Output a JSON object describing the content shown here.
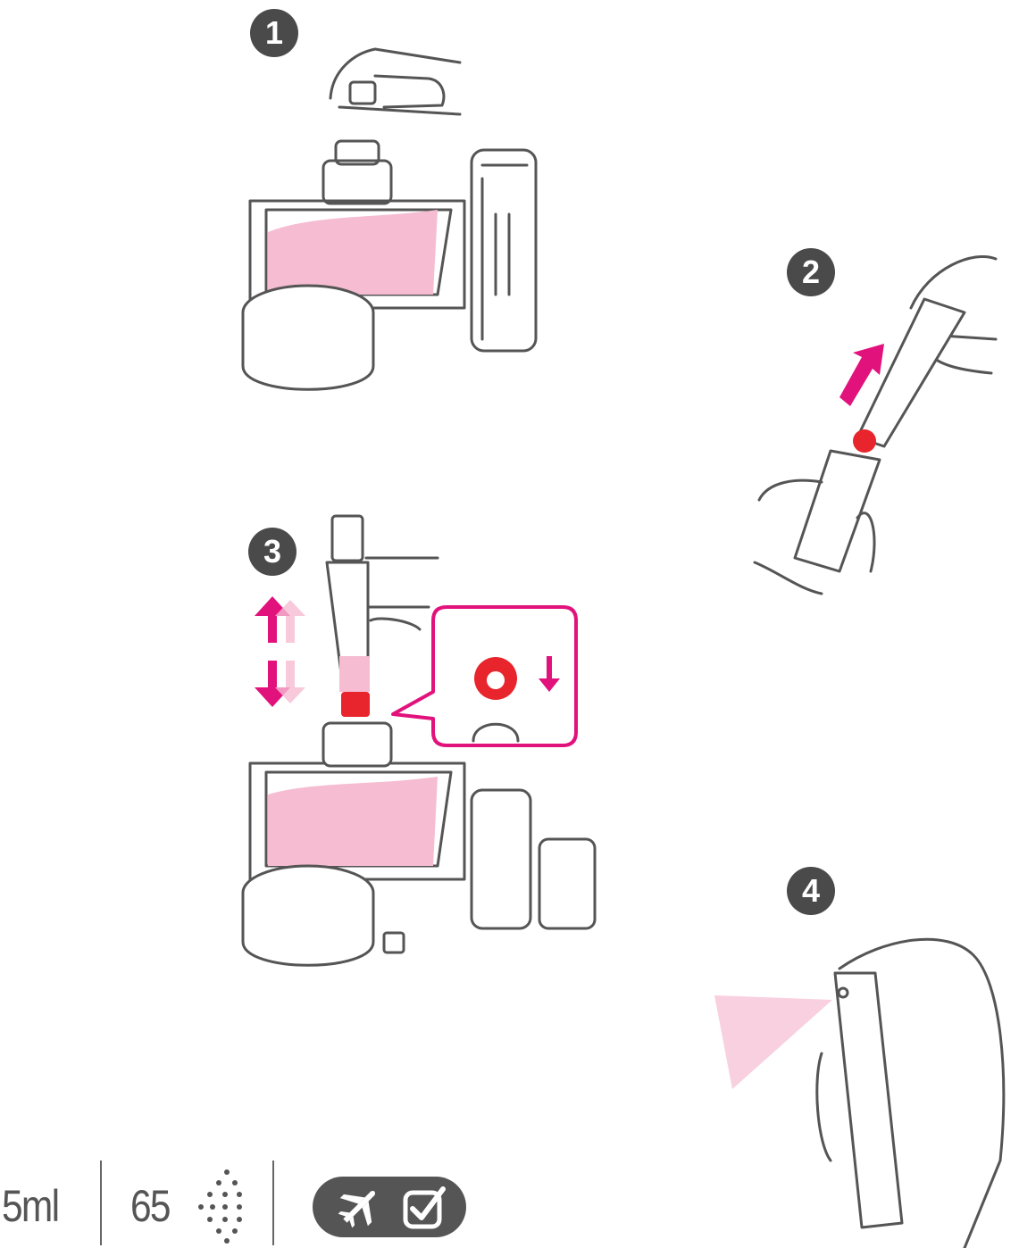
{
  "steps": [
    {
      "number": "1"
    },
    {
      "number": "2"
    },
    {
      "number": "3"
    },
    {
      "number": "4"
    }
  ],
  "footer": {
    "volume": "5ml",
    "sprays": "65",
    "spray_icon": "spray-dots-icon",
    "travel_icons": [
      "airplane-icon",
      "checkbox-icon"
    ]
  },
  "colors": {
    "line": "#555555",
    "perfume_pink": "#f5bcd2",
    "accent_magenta": "#e2127c",
    "nozzle_red": "#e8242c",
    "badge": "#4a4a4a"
  }
}
